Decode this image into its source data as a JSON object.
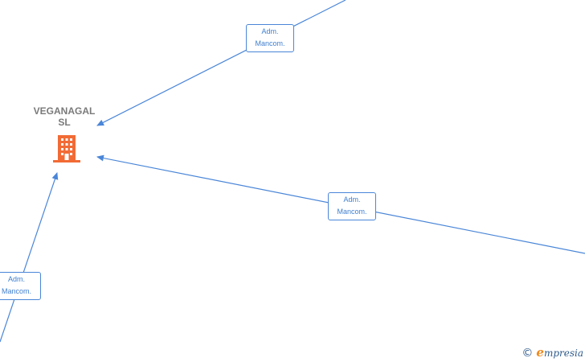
{
  "company": {
    "name": "VEGANAGAL\nSL",
    "icon": "building-icon",
    "icon_color": "#f26b35"
  },
  "edges": [
    {
      "label_line1": "Adm.",
      "label_line2": "Mancom."
    },
    {
      "label_line1": "Adm.",
      "label_line2": "Mancom."
    },
    {
      "label_line1": "Adm.",
      "label_line2": "Mancom."
    }
  ],
  "colors": {
    "edge": "#4a86d8",
    "label_text": "#3f7fd0"
  },
  "footer": {
    "copyright_symbol": "©",
    "brand_first": "e",
    "brand_rest": "mpresia"
  }
}
